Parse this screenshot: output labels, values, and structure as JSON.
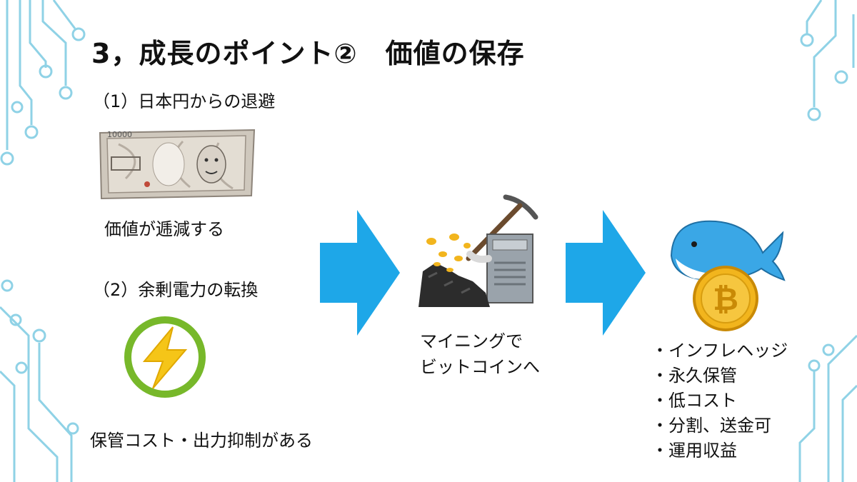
{
  "slide": {
    "title": "3，成長のポイント②　価値の保存",
    "section1": {
      "heading": "（1）日本円からの退避",
      "caption": "価値が逓減する",
      "banknote_value": "10000"
    },
    "section2": {
      "heading": "（2）余剰電力の転換",
      "caption": "保管コスト・出力抑制がある"
    },
    "mining": {
      "caption_line1": "マイニングで",
      "caption_line2": "ビットコインへ"
    },
    "benefits": [
      "インフレヘッジ",
      "永久保管",
      "低コスト",
      "分割、送金可",
      "運用収益"
    ]
  },
  "colors": {
    "arrow": "#1EA7E8",
    "energy_ring": "#77B82A",
    "bolt": "#F5C518",
    "circuit": "#8FD2E6",
    "coin": "#F2B51D",
    "whale": "#3AA7E6"
  },
  "icons": [
    "banknote-illustration",
    "lightning-icon",
    "mining-illustration",
    "whale-bitcoin-illustration",
    "arrow-right-icon"
  ]
}
